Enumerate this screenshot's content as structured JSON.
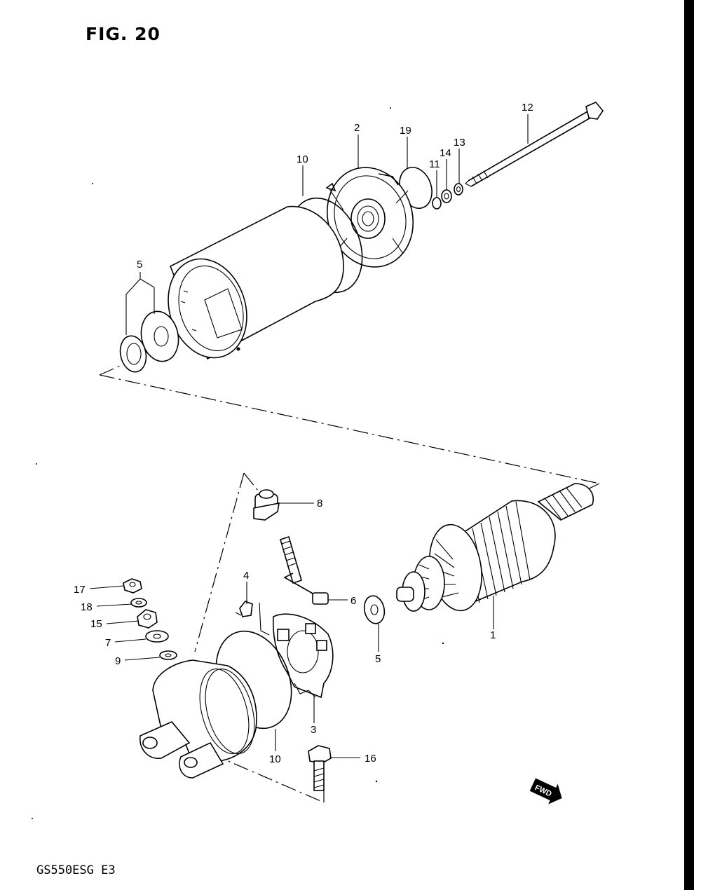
{
  "figure": {
    "title": "FIG. 20",
    "model_code": "GS550ESG  E3"
  },
  "fwd_mark": "FWD",
  "callouts": {
    "c1": "1",
    "c2": "2",
    "c3": "3",
    "c4": "4",
    "c5a": "5",
    "c5b": "5",
    "c6": "6",
    "c7": "7",
    "c8": "8",
    "c9": "9",
    "c10a": "10",
    "c10b": "10",
    "c11": "11",
    "c12": "12",
    "c13": "13",
    "c14": "14",
    "c15": "15",
    "c16": "16",
    "c17": "17",
    "c18": "18",
    "c19": "19"
  }
}
